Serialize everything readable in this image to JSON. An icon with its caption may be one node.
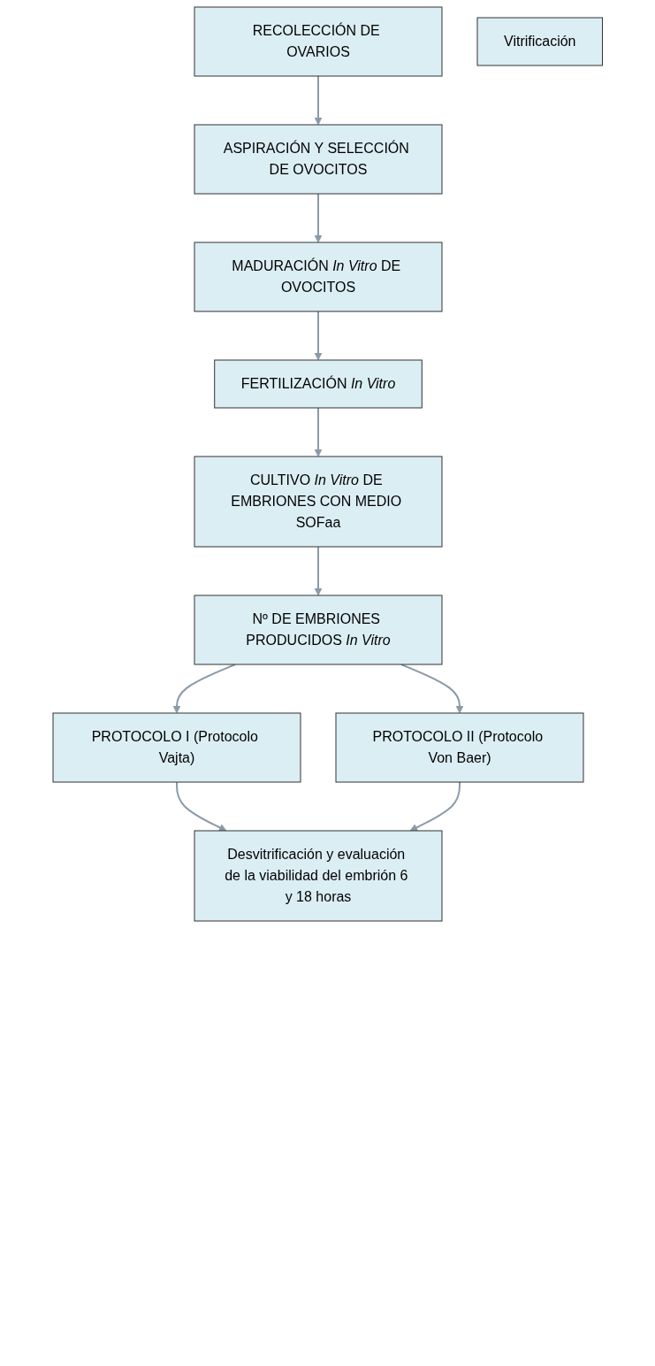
{
  "diagram": {
    "nodes": [
      {
        "text": [
          "RECOLECCIÓN DE OVARIOS"
        ]
      },
      {
        "text": [
          "ASPIRACIÓN Y SELECCIÓN DE OVOCITOS"
        ]
      },
      {
        "text": [
          "MADURACIÓN *In Vitro* DE OVOCITOS"
        ]
      },
      {
        "text": [
          "FERTILIZACIÓN *In Vitro*"
        ]
      },
      {
        "text": [
          "CULTIVO *In Vitro* DE EMBRIONES CON MEDIO SOFaa"
        ]
      },
      {
        "text": [
          "Nº DE EMBRIONES PRODUCIDOS *In Vitro*"
        ]
      },
      {
        "text": [
          "Vitrificación"
        ]
      },
      {
        "text": [
          "PROTOCOLO I (Protocolo Vajta)"
        ]
      },
      {
        "text": [
          "PROTOCOLO II (Protocolo Von Baer)"
        ]
      },
      {
        "text": [
          "Desvitrificación y evaluación de la viabilidad del embrión 6 y 18 horas"
        ]
      }
    ],
    "edges": [
      {
        "from": 0,
        "to": 1,
        "arrow": "to"
      },
      {
        "from": 1,
        "to": 2,
        "arrow": "to"
      },
      {
        "from": 2,
        "to": 3,
        "arrow": "to"
      },
      {
        "from": 3,
        "to": 4,
        "arrow": "to"
      },
      {
        "from": 4,
        "to": 5,
        "arrow": "to"
      },
      {
        "from": 5,
        "to": 7,
        "arrow": "to"
      },
      {
        "from": 5,
        "to": 8,
        "arrow": "to"
      },
      {
        "from": 7,
        "to": 9,
        "arrow": "to"
      },
      {
        "from": 8,
        "to": 9,
        "arrow": "to"
      }
    ]
  }
}
